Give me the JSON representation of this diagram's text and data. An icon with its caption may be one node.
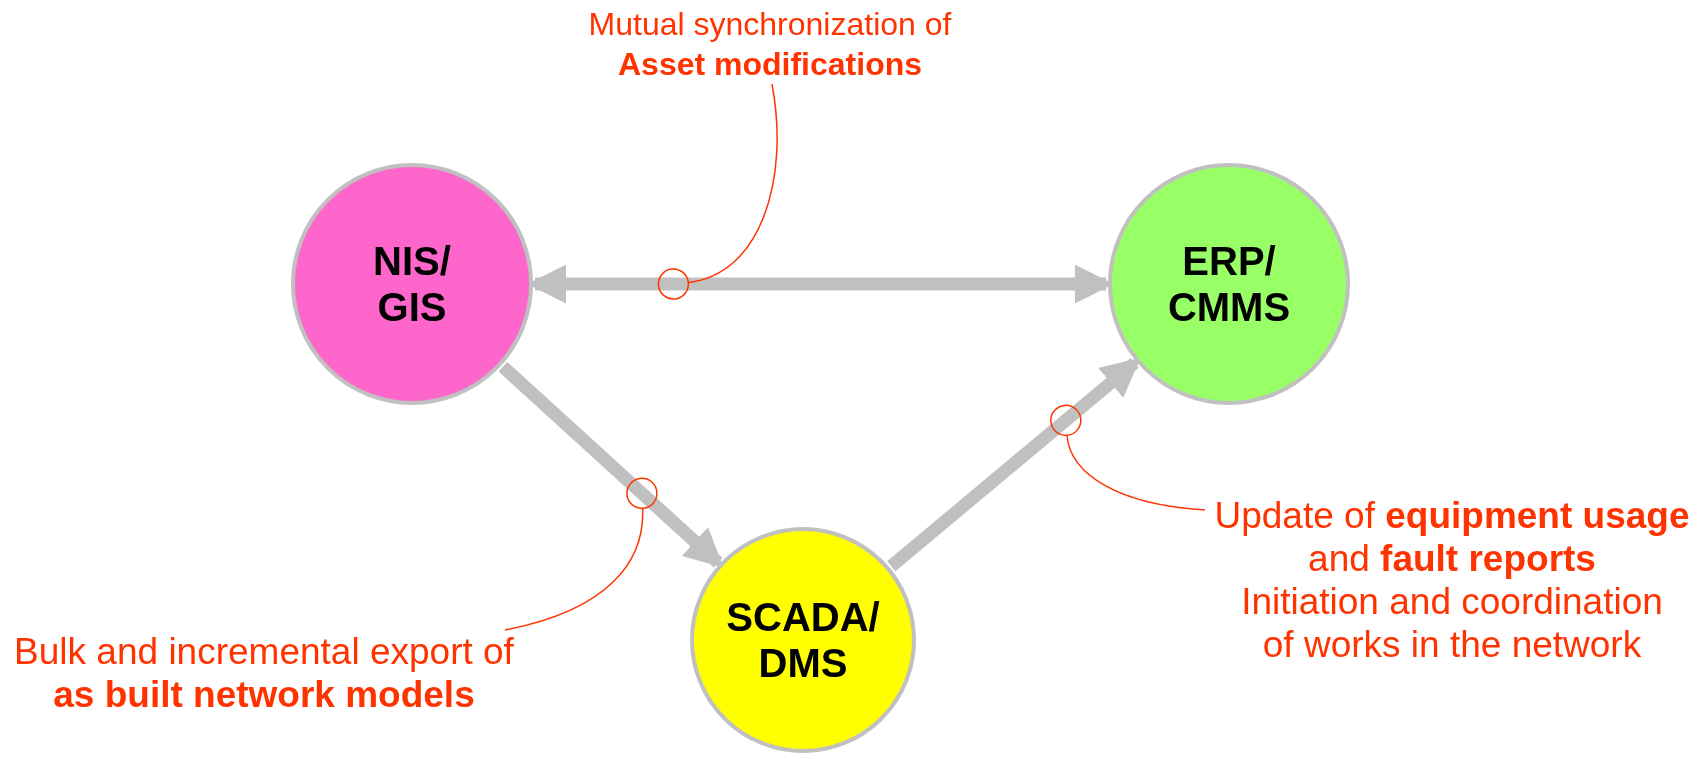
{
  "diagram": {
    "nodes": [
      {
        "text": [
          "NIS/ GIS"
        ]
      },
      {
        "text": [
          "ERP/ CMMS"
        ]
      },
      {
        "text": [
          "SCADA/ DMS"
        ]
      },
      {
        "text": [
          "Mutual synchronization of **Asset modifications**"
        ]
      },
      {
        "text": [
          "Bulk and incremental export of **as built network models**"
        ]
      },
      {
        "text": [
          "Update of **equipment usage** and **fault reports**",
          "Initiation and coordination of works in the network"
        ]
      }
    ],
    "edges": [
      {
        "from": 0,
        "to": 1,
        "arrow": "both",
        "style": "thick"
      },
      {
        "from": 0,
        "to": 2,
        "arrow": "to",
        "style": "thick"
      },
      {
        "from": 2,
        "to": 1,
        "arrow": "to",
        "style": "thick"
      },
      {
        "from": 3,
        "to": null,
        "arrow": "other",
        "color": "#ff3300"
      },
      {
        "from": 4,
        "to": null,
        "arrow": "other",
        "color": "#ff3300"
      },
      {
        "from": 5,
        "to": null,
        "arrow": "other",
        "color": "#ff3300"
      }
    ]
  }
}
